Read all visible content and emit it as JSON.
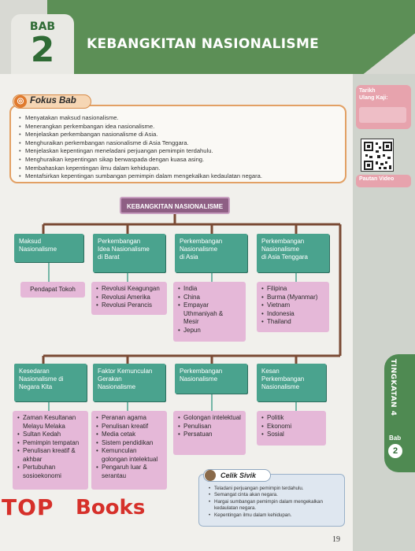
{
  "header": {
    "bab_word": "BAB",
    "bab_number": "2",
    "chapter_title": "KEBANGKITAN NASIONALISME"
  },
  "fokus_bab": {
    "label": "Fokus Bab",
    "items": [
      "Menyatakan maksud nasionalisme.",
      "Menerangkan perkembangan idea nasionalisme.",
      "Menjelaskan perkembangan nasionalisme di Asia.",
      "Menghuraikan perkembangan nasionalisme di Asia Tenggara.",
      "Menjelaskan kepentingan meneladani perjuangan pemimpin terdahulu.",
      "Menghuraikan kepentingan sikap berwaspada dengan kuasa asing.",
      "Membahaskan kepentingan ilmu dalam kehidupan.",
      "Mentafsirkan kepentingan sumbangan pemimpin dalam mengekalkan kedaulatan negara."
    ]
  },
  "side": {
    "tarikh_line1": "Tarikh",
    "tarikh_line2": "Ulang Kaji:",
    "video_label": "Pautan Video",
    "tingkatan": "TINGKATAN 4",
    "bab_word": "Bab",
    "bab_number": "2"
  },
  "diagram": {
    "title": "KEBANGKITAN NASIONALISME",
    "row1": [
      {
        "heading": [
          "Maksud",
          "Nasionalisme"
        ],
        "items": [
          "Pendapat Tokoh"
        ],
        "bullets": false
      },
      {
        "heading": [
          "Perkembangan",
          "Idea Nasionalisme",
          "di Barat"
        ],
        "items": [
          "Revolusi Keagungan",
          "Revolusi Amerika",
          "Revolusi Perancis"
        ],
        "bullets": true
      },
      {
        "heading": [
          "Perkembangan",
          "Nasionalisme",
          "di Asia"
        ],
        "items": [
          "India",
          "China",
          "Empayar Uthmaniyah & Mesir",
          "Jepun"
        ],
        "bullets": true
      },
      {
        "heading": [
          "Perkembangan",
          "Nasionalisme",
          "di Asia Tenggara"
        ],
        "items": [
          "Filipina",
          "Burma (Myanmar)",
          "Vietnam",
          "Indonesia",
          "Thailand"
        ],
        "bullets": true
      }
    ],
    "row2": [
      {
        "heading": [
          "Kesedaran",
          "Nasionalisme di",
          "Negara Kita"
        ],
        "items": [
          "Zaman Kesultanan Melayu Melaka",
          "Sultan Kedah",
          "Pemimpin tempatan",
          "Penulisan kreatif & akhbar",
          "Pertubuhan sosioekonomi"
        ],
        "bullets": true
      },
      {
        "heading": [
          "Faktor Kemunculan",
          "Gerakan",
          "Nasionalisme"
        ],
        "items": [
          "Peranan agama",
          "Penulisan kreatif",
          "Media cetak",
          "Sistem pendidikan",
          "Kemunculan golongan intelektual",
          "Pengaruh luar & serantau"
        ],
        "bullets": true
      },
      {
        "heading": [
          "Perkembangan",
          "Nasionalisme"
        ],
        "items": [
          "Golongan intelektual",
          "Penulisan",
          "Persatuan"
        ],
        "bullets": true
      },
      {
        "heading": [
          "Kesan",
          "Perkembangan",
          "Nasionalisme"
        ],
        "items": [
          "Politik",
          "Ekonomi",
          "Sosial"
        ],
        "bullets": true
      }
    ]
  },
  "celik_sivik": {
    "label": "Celik Sivik",
    "items": [
      "Teladani perjuangan pemimpin terdahulu.",
      "Semangat cinta akan negara.",
      "Hargai sumbangan pemimpin dalam mengekalkan kedaulatan negara.",
      "Kepentingan ilmu dalam kehidupan."
    ]
  },
  "watermark": {
    "top": "TOP",
    "books": "Books"
  },
  "page_number": "19",
  "colors": {
    "header_green": "#5c8f56",
    "box_green": "#4aa38e",
    "box_pink": "#e5b8d8",
    "connector": "#7a4a34",
    "title_purple": "#8e5f84"
  }
}
